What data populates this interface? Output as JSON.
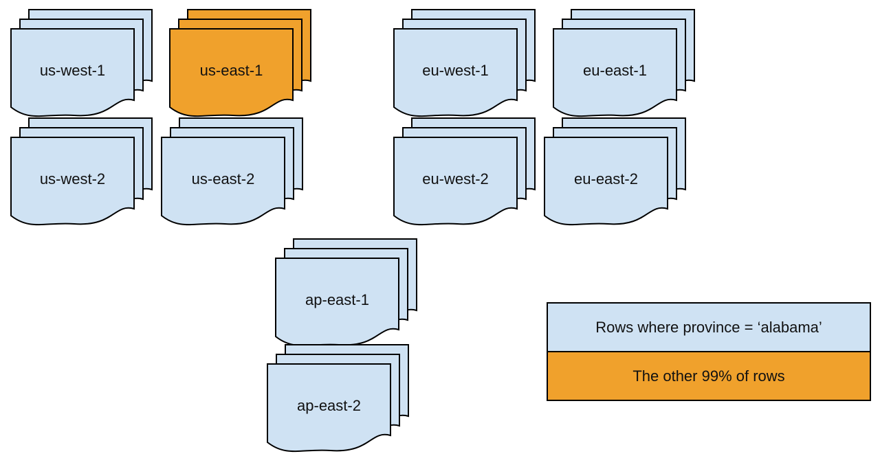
{
  "stacks": [
    {
      "label": "us-west-1",
      "variant": "blue"
    },
    {
      "label": "us-east-1",
      "variant": "orange"
    },
    {
      "label": "eu-west-1",
      "variant": "blue"
    },
    {
      "label": "eu-east-1",
      "variant": "blue"
    },
    {
      "label": "us-west-2",
      "variant": "blue"
    },
    {
      "label": "us-east-2",
      "variant": "blue"
    },
    {
      "label": "eu-west-2",
      "variant": "blue"
    },
    {
      "label": "eu-east-2",
      "variant": "blue"
    },
    {
      "label": "ap-east-1",
      "variant": "blue"
    },
    {
      "label": "ap-east-2",
      "variant": "blue"
    }
  ],
  "legend": {
    "items": [
      {
        "label": "Rows where province = ‘alabama’",
        "color": "#cfe2f3"
      },
      {
        "label": "The other 99% of rows",
        "color": "#f0a12c"
      }
    ]
  },
  "colors": {
    "page_blue": "#cfe2f3",
    "page_orange": "#f0a12c",
    "stroke": "#000000",
    "background": "#ffffff"
  }
}
